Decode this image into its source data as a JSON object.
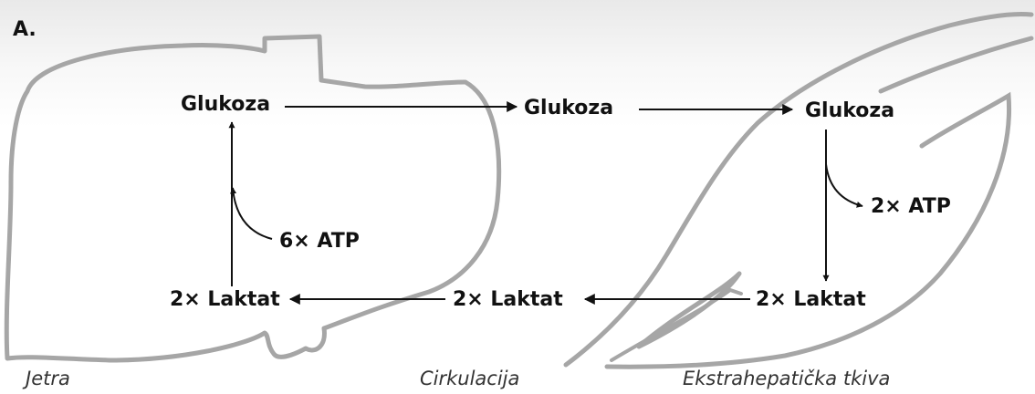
{
  "panel_label": "A.",
  "regions": {
    "liver": "Jetra",
    "circulation": "Cirkulacija",
    "tissues": "Ekstrahepatička tkiva"
  },
  "nodes": {
    "liver_glucose": "Glukoza",
    "circ_glucose": "Glukoza",
    "tissue_glucose": "Glukoza",
    "tissue_atp": "2× ATP",
    "tissue_lactate": "2× Laktat",
    "circ_lactate": "2× Laktat",
    "liver_lactate": "2× Laktat",
    "liver_atp": "6× ATP"
  },
  "colors": {
    "outline": "#a6a6a6",
    "arrow": "#111111",
    "text": "#111111"
  }
}
